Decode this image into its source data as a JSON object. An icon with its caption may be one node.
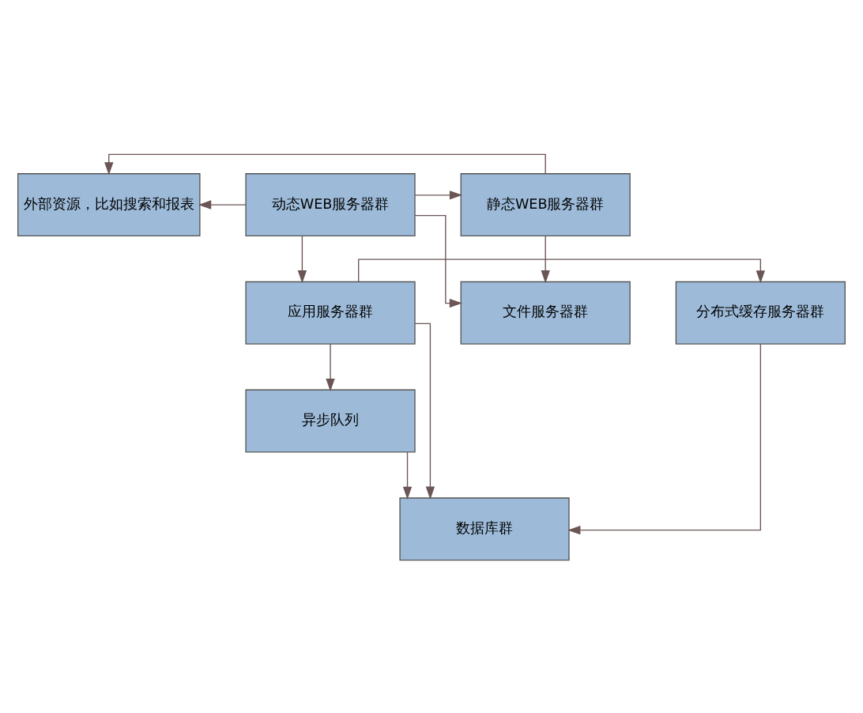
{
  "diagram": {
    "nodes": [
      {
        "text": [
          "外部资源，比如搜索和报表"
        ]
      },
      {
        "text": [
          "动态WEB服务器群"
        ]
      },
      {
        "text": [
          "静态WEB服务器群"
        ]
      },
      {
        "text": [
          "分布式缓存服务器群"
        ]
      },
      {
        "text": [
          "应用服务器群"
        ]
      },
      {
        "text": [
          "文件服务器群"
        ]
      },
      {
        "text": [
          "异步队列"
        ]
      },
      {
        "text": [
          "数据库群"
        ]
      }
    ],
    "edges": [
      {
        "from": 2,
        "to": 0,
        "arrow": "to"
      },
      {
        "from": 1,
        "to": 0,
        "arrow": "to"
      },
      {
        "from": 1,
        "to": 2,
        "arrow": "to"
      },
      {
        "from": 1,
        "to": 4,
        "arrow": "to"
      },
      {
        "from": 1,
        "to": 5,
        "arrow": "to"
      },
      {
        "from": 2,
        "to": 5,
        "arrow": "to"
      },
      {
        "from": 4,
        "to": 3,
        "arrow": "to"
      },
      {
        "from": 4,
        "to": 6,
        "arrow": "to"
      },
      {
        "from": 4,
        "to": 7,
        "arrow": "to"
      },
      {
        "from": 3,
        "to": 7,
        "arrow": "to"
      },
      {
        "from": 6,
        "to": 7,
        "arrow": "to"
      }
    ]
  }
}
